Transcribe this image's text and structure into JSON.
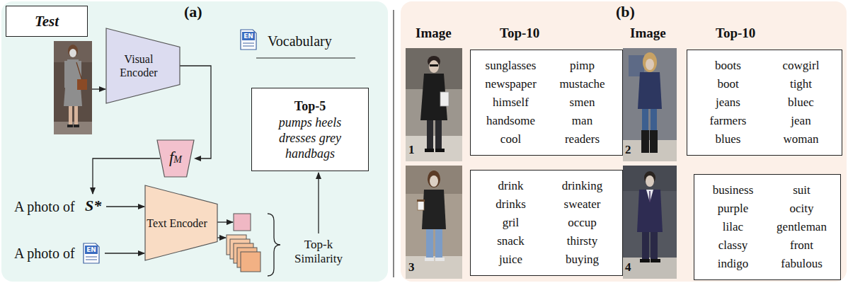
{
  "diagram": {
    "nodes": [
      {
        "text": [
          "(a)"
        ]
      },
      {
        "text": [
          "Test"
        ],
        "in": 0
      },
      {
        "text": [
          "Visual Encoder"
        ],
        "in": 0
      },
      {
        "text": [
          "fM"
        ],
        "in": 0
      },
      {
        "text": [
          "Top-5",
          "pumps heels dresses grey handbags"
        ],
        "in": 0
      },
      {
        "text": [
          "Text Encoder"
        ],
        "in": 0
      },
      {
        "text": [
          "(b)"
        ]
      },
      {
        "text": [
          "sunglasses",
          "pimp",
          "newspaper",
          "mustache",
          "himself",
          "smen",
          "handsome",
          "man",
          "cool",
          "readers"
        ],
        "in": 6
      },
      {
        "text": [
          "boots",
          "cowgirl",
          "boot",
          "tight",
          "jeans",
          "bluec",
          "farmers",
          "jean",
          "blues",
          "woman"
        ],
        "in": 6
      },
      {
        "text": [
          "drink",
          "drinking",
          "drinks",
          "sweater",
          "gril",
          "occup",
          "snack",
          "thirsty",
          "juice",
          "buying"
        ],
        "in": 6
      },
      {
        "text": [
          "business",
          "suit",
          "purple",
          "ocity",
          "lilac",
          "gentleman",
          "classy",
          "front",
          "indigo",
          "fabulous"
        ],
        "in": 6
      }
    ],
    "edges": [
      {
        "from": 2,
        "to": 3,
        "arrow": "to"
      }
    ],
    "labels": [
      "Vocabulary",
      "EN",
      "A photo of",
      "S*",
      "A photo of",
      "EN",
      "Top-k Similarity",
      "Image",
      "Top-10",
      "Image",
      "Top-10",
      "1",
      "2",
      "3",
      "4"
    ]
  }
}
